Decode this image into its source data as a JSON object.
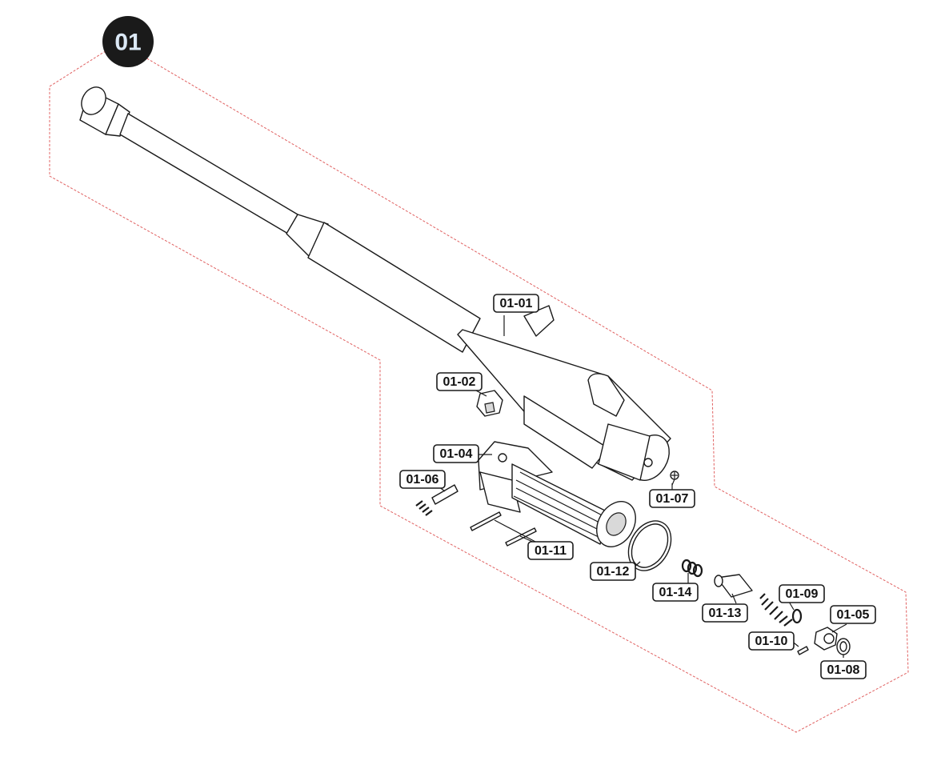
{
  "group": {
    "number": "01"
  },
  "colors": {
    "badge_fill": "#1a1a1a",
    "badge_text": "#dbe8f5",
    "outline": "#e06060"
  },
  "callouts": [
    {
      "id": "01-01"
    },
    {
      "id": "01-02"
    },
    {
      "id": "01-04"
    },
    {
      "id": "01-06"
    },
    {
      "id": "01-07"
    },
    {
      "id": "01-11"
    },
    {
      "id": "01-12"
    },
    {
      "id": "01-14"
    },
    {
      "id": "01-13"
    },
    {
      "id": "01-09"
    },
    {
      "id": "01-05"
    },
    {
      "id": "01-10"
    },
    {
      "id": "01-08"
    }
  ]
}
